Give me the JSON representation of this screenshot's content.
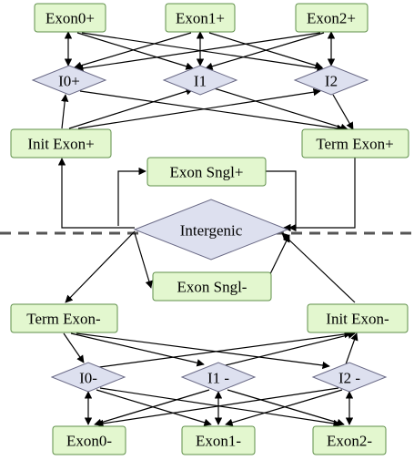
{
  "nodes": {
    "exon0_plus": "Exon0+",
    "exon1_plus": "Exon1+",
    "exon2_plus": "Exon2+",
    "i0_plus": "I0+",
    "i1_plus": "I1",
    "i2_plus": "I2",
    "init_exon_plus": "Init Exon+",
    "term_exon_plus": "Term Exon+",
    "exon_sngl_plus": "Exon Sngl+",
    "intergenic": "Intergenic",
    "exon_sngl_minus": "Exon Sngl-",
    "term_exon_minus": "Term Exon-",
    "init_exon_minus": "Init Exon-",
    "i0_minus": "I0-",
    "i1_minus": "I1 -",
    "i2_minus": "I2 -",
    "exon0_minus": "Exon0-",
    "exon1_minus": "Exon1-",
    "exon2_minus": "Exon2-"
  }
}
